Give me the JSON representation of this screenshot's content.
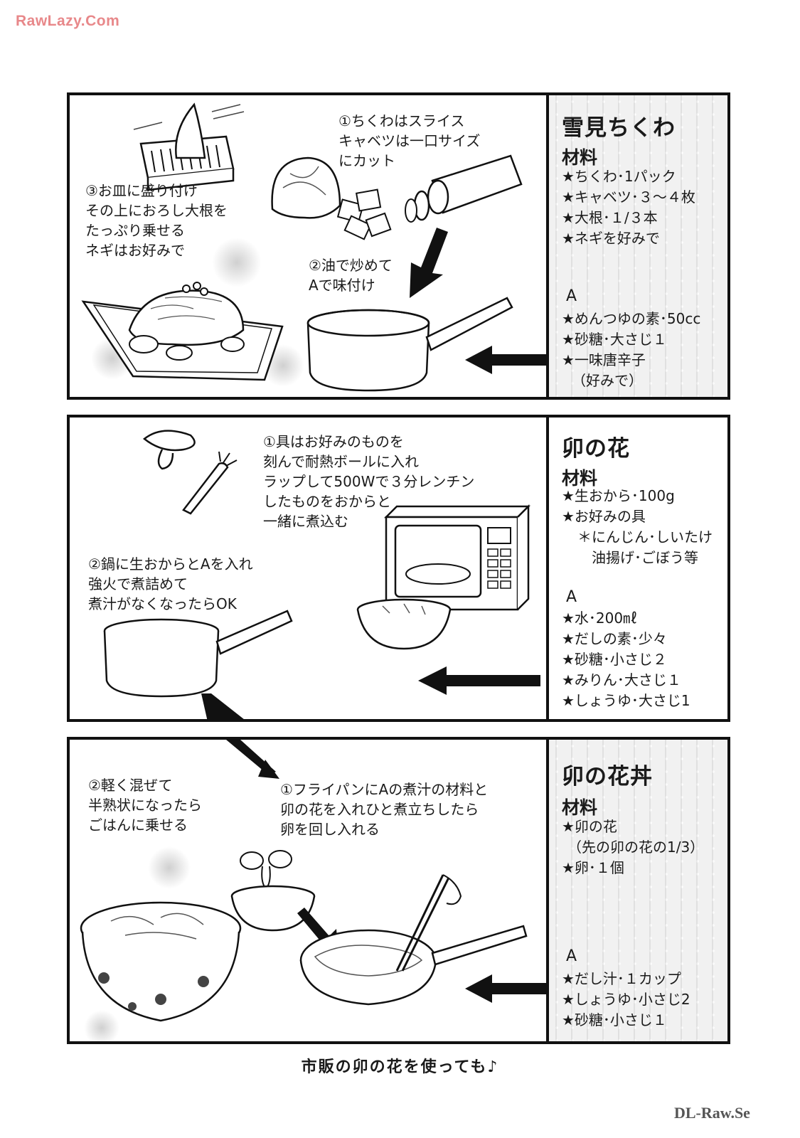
{
  "watermark_top": "RawLazy.Com",
  "watermark_bottom": "DL-Raw.Se",
  "recipes": [
    {
      "title": "雪見ちくわ",
      "ingredients_label": "材料",
      "ingredients": [
        "★ちくわ･1パック",
        "★キャベツ･３～４枚",
        "★大根･１/３本",
        "★ネギを好みで"
      ],
      "sauce_label": "A",
      "sauce": [
        "★めんつゆの素･50cc",
        "★砂糖･大さじ１",
        "★一味唐辛子",
        "（好みで）"
      ],
      "steps": [
        [
          "①ちくわはスライス",
          "キャベツは一口サイズ",
          "にカット"
        ],
        [
          "②油で炒めて",
          "Aで味付け"
        ],
        [
          "③お皿に盛り付け",
          "その上におろし大根を",
          "たっぷり乗せる",
          "ネギはお好みで"
        ]
      ]
    },
    {
      "title": "卯の花",
      "ingredients_label": "材料",
      "ingredients": [
        "★生おから･100g",
        "★お好みの具",
        "＊にんじん･しいたけ",
        "油揚げ･ごぼう等"
      ],
      "sauce_label": "A",
      "sauce": [
        "★水･200㎖",
        "★だしの素･少々",
        "★砂糖･小さじ２",
        "★みりん･大さじ１",
        "★しょうゆ･大さじ1"
      ],
      "steps": [
        [
          "①具はお好みのものを",
          "刻んで耐熱ボールに入れ",
          "ラップして500Wで３分レンチン",
          "したものをおからと",
          "一緒に煮込む"
        ],
        [
          "②鍋に生おからとAを入れ",
          "強火で煮詰めて",
          "煮汁がなくなったらOK"
        ]
      ]
    },
    {
      "title": "卯の花丼",
      "ingredients_label": "材料",
      "ingredients": [
        "★卯の花",
        "（先の卯の花の1/3）",
        "★卵･１個"
      ],
      "sauce_label": "A",
      "sauce": [
        "★だし汁･１カップ",
        "★しょうゆ･小さじ2",
        "★砂糖･小さじ１"
      ],
      "steps": [
        [
          "①フライパンにAの煮汁の材料と",
          "卯の花を入れひと煮立ちしたら",
          "卵を回し入れる"
        ],
        [
          "②軽く混ぜて",
          "半熟状になったら",
          "ごはんに乗せる"
        ]
      ]
    }
  ],
  "caption": "市販の卯の花を使っても♪"
}
